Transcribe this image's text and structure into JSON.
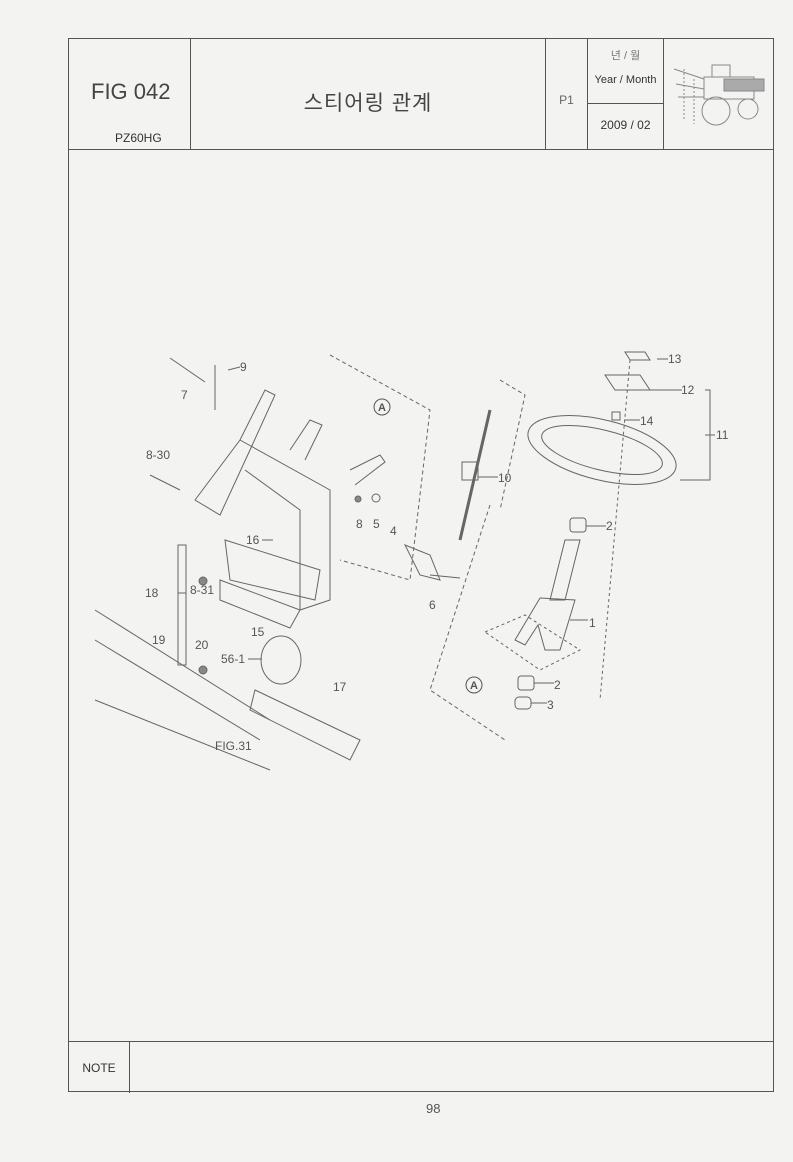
{
  "header": {
    "figure": "FIG 042",
    "model": "PZ60HG",
    "title": "스티어링 관계",
    "page_ref": "P1",
    "year_month_ko": "년 / 월",
    "year_month_label": "Year / Month",
    "date": "2009 / 02"
  },
  "diagram": {
    "callouts": [
      "9",
      "7",
      "8-30",
      "8",
      "5",
      "4",
      "16",
      "8-31",
      "18",
      "15",
      "19",
      "20",
      "56-1",
      "17",
      "FIG.31",
      "10",
      "6",
      "13",
      "12",
      "14",
      "11",
      "2",
      "1",
      "2",
      "3"
    ],
    "view_marker": "A"
  },
  "note": {
    "label": "NOTE",
    "text": ""
  },
  "page_number": "98"
}
